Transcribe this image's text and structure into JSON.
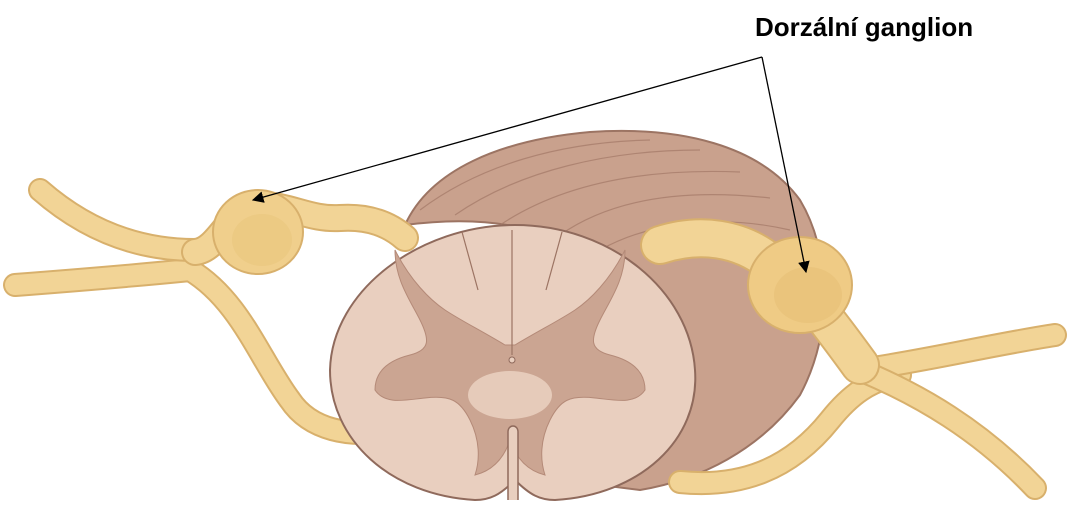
{
  "annotation": {
    "label": "Dorzální ganglion",
    "points_to": [
      "left-dorsal-root-ganglion",
      "right-dorsal-root-ganglion"
    ]
  },
  "colors": {
    "nerve_fill": "#f2d496",
    "nerve_stroke": "#d8b06c",
    "ganglion_fill": "#ecc980",
    "cord_side_fill": "#c7a08c",
    "cord_side_stroke": "#9c7463",
    "white_matter_fill": "#e9cfbf",
    "gray_matter_fill": "#cba592",
    "outline": "#8f6a5c",
    "arrow": "#000000"
  }
}
